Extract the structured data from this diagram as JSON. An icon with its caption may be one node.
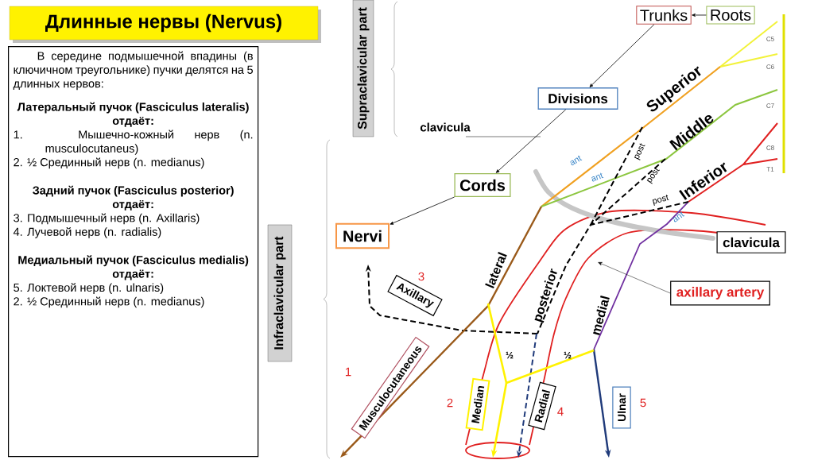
{
  "diagram": {
    "title": "Длинные нервы (Nervus)",
    "nodes": [
      {
        "text": [
          "В середине подмышечной впадины (в ключичном треугольнике) пучки делятся на 5 длинных нервов:",
          "Латеральный пучок (Fasciculus lateralis) отдаёт:",
          "1. Мышечно-кожный нерв (n. musculocutaneus)",
          "2. ½ Срединный нерв (n. medianus)",
          "Задний пучок (Fasciculus posterior) отдаёт:",
          "3. Подмышечный нерв (n. Axillaris)",
          "4. Лучевой нерв (n. radialis)",
          "Медиальный пучок (Fasciculus medialis) отдаёт:",
          "5. Локтевой нерв (n. ulnaris)",
          "2. ½ Срединный нерв (n. medianus)"
        ]
      },
      {
        "text": [
          "Supraclavicular part"
        ]
      },
      {
        "text": [
          "Infraclavicular part"
        ]
      },
      {
        "text": [
          "Trunks"
        ]
      },
      {
        "text": [
          "Roots"
        ]
      },
      {
        "text": [
          "Divisions"
        ]
      },
      {
        "text": [
          "Cords"
        ]
      },
      {
        "text": [
          "Nervi"
        ]
      },
      {
        "text": [
          "clavicula"
        ]
      },
      {
        "text": [
          "axillary artery"
        ]
      },
      {
        "text": [
          "Axillary"
        ],
        "beside": [
          "3"
        ]
      },
      {
        "text": [
          "Musculocutaneous"
        ],
        "beside": [
          "1"
        ]
      },
      {
        "text": [
          "Median"
        ],
        "beside": [
          "2"
        ]
      },
      {
        "text": [
          "Radial"
        ],
        "beside": [
          "4"
        ]
      },
      {
        "text": [
          "Ulnar"
        ],
        "beside": [
          "5"
        ]
      }
    ],
    "edges": [
      {
        "from": 4,
        "to": 3,
        "arrow": "to"
      },
      {
        "from": 3,
        "to": 5,
        "arrow": "to"
      },
      {
        "from": 5,
        "to": 6,
        "arrow": "to"
      },
      {
        "from": 6,
        "to": 7,
        "arrow": "to"
      },
      {
        "from": 9,
        "to": null,
        "arrow": "to"
      }
    ],
    "labels": [
      "clavicula",
      "Superior",
      "C5",
      "C6",
      "C7",
      "Middle",
      "post",
      "ant",
      "C8",
      "T1",
      "ant",
      "post",
      "Inferior",
      "post",
      "ant",
      "lateral",
      "posterior",
      "medial",
      "½",
      "½"
    ]
  }
}
